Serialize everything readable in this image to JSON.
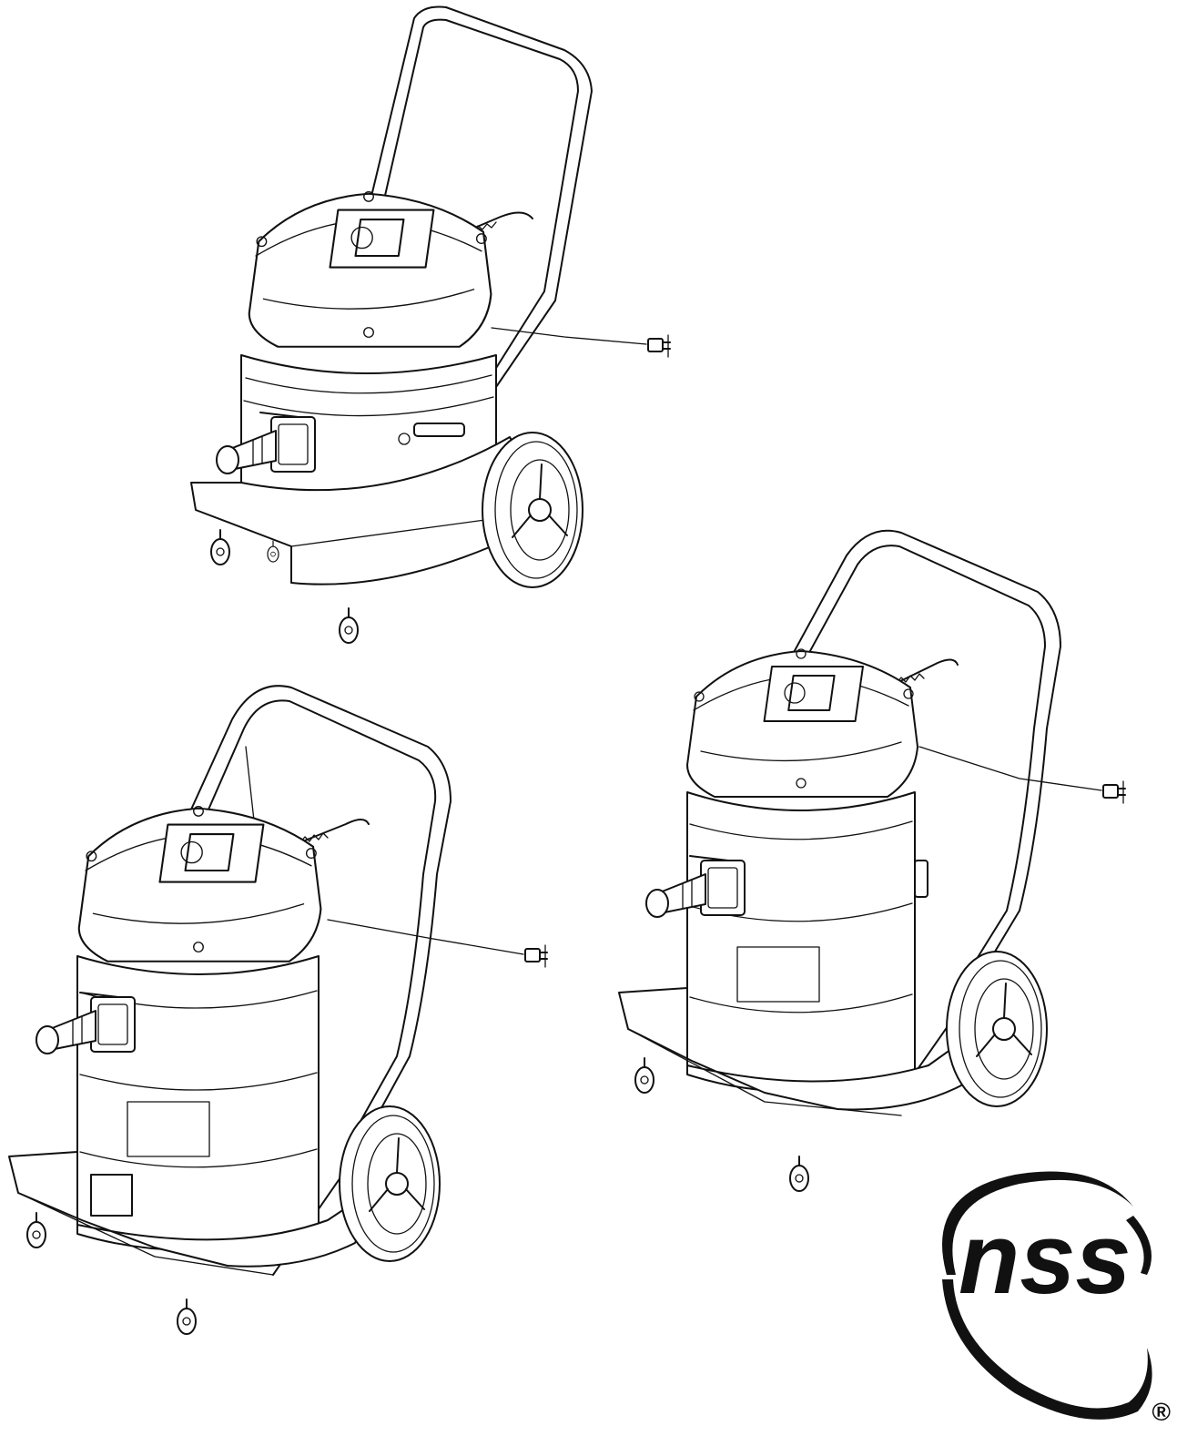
{
  "logo": {
    "text": "nss",
    "registered_mark": "®",
    "color": "#111111"
  },
  "products": [
    {
      "id": "compact-vacuum"
    },
    {
      "id": "large-vacuum"
    },
    {
      "id": "medium-vacuum"
    }
  ]
}
